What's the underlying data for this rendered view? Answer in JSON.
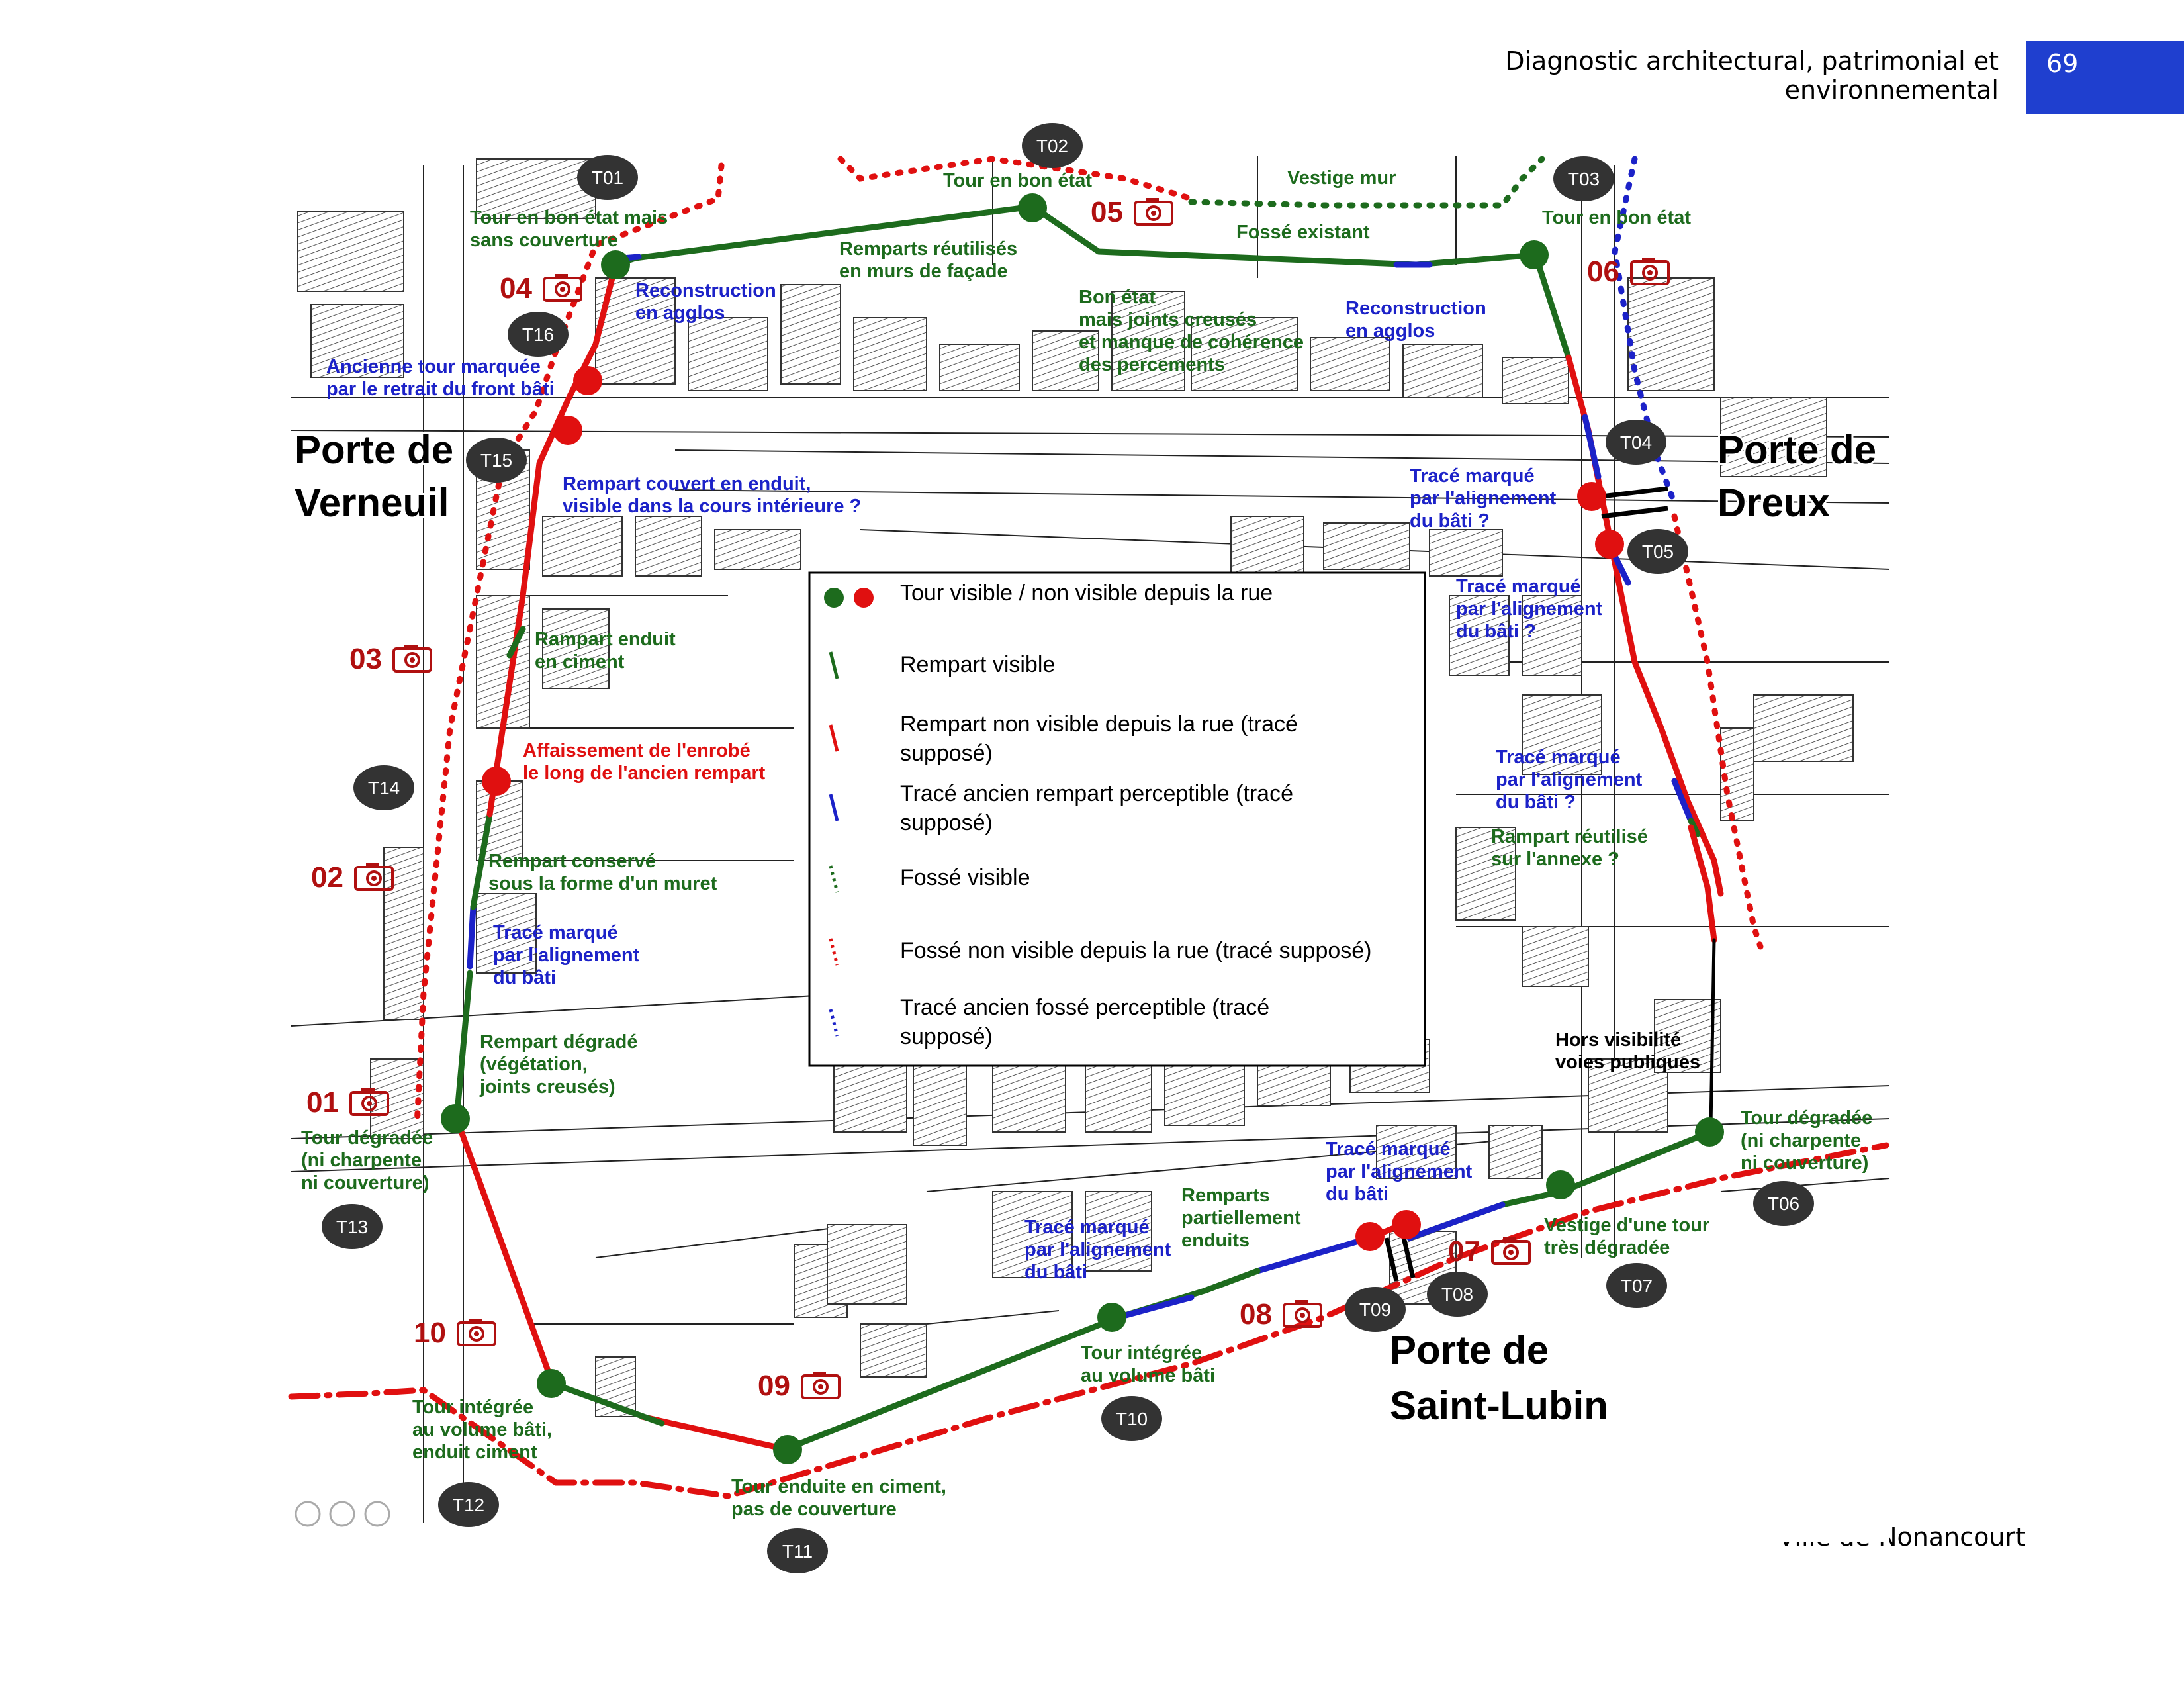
{
  "header": {
    "title": "Diagnostic architectural, patrimonial et environnemental",
    "page_number": "69"
  },
  "footer": {
    "text": "Ville de Nonancourt"
  },
  "colors": {
    "green": "#1d6b1d",
    "red": "#e01010",
    "blue": "#1c22c8",
    "badge": "#1f3fcf",
    "dark": "#000000"
  },
  "gates": {
    "verneuil": [
      "Porte de",
      "Verneuil"
    ],
    "dreux": [
      "Porte de",
      "Dreux"
    ],
    "saint_lubin": [
      "Porte de",
      "Saint-Lubin"
    ]
  },
  "towers": [
    "T01",
    "T02",
    "T03",
    "T04",
    "T05",
    "T06",
    "T07",
    "T08",
    "T09",
    "T10",
    "T11",
    "T12",
    "T13",
    "T14",
    "T15",
    "T16"
  ],
  "photos": [
    "01",
    "02",
    "03",
    "04",
    "05",
    "06",
    "07",
    "08",
    "09",
    "10"
  ],
  "annotations": {
    "a1": [
      "Tour en bon état mais",
      "sans couverture"
    ],
    "a2": [
      "Tour en bon état"
    ],
    "a3": [
      "Vestige mur"
    ],
    "a4": [
      "Tour en bon état"
    ],
    "a5": [
      "Remparts réutilisés",
      "en murs de façade"
    ],
    "a6": [
      "Fossé existant"
    ],
    "a7": [
      "Reconstruction",
      "en agglos"
    ],
    "a8": [
      "Bon état",
      "mais joints creusés",
      "et manque de cohérence",
      "des percements"
    ],
    "a9": [
      "Reconstruction",
      "en agglos"
    ],
    "a10": [
      "Ancienne tour marquée",
      "par le retrait du front bâti"
    ],
    "a11": [
      "Rempart couvert en enduit,",
      "visible dans la cours intérieure ?"
    ],
    "a12": [
      "Tracé marqué",
      "par l'alignement",
      "du bâti ?"
    ],
    "a13": [
      "Tracé marqué",
      "par l'alignement",
      "du bâti ?"
    ],
    "a14": [
      "Rampart enduit",
      "en ciment"
    ],
    "a15": [
      "Affaissement de l'enrobé",
      "le long de l'ancien rempart"
    ],
    "a16": [
      "Tracé marqué",
      "par l'alignement",
      "du bâti ?"
    ],
    "a17": [
      "Rampart réutilisé",
      "sur l'annexe ?"
    ],
    "a18": [
      "Rempart conservé",
      "sous la forme d'un muret"
    ],
    "a19": [
      "Tracé marqué",
      "par l'alignement",
      "du bâti"
    ],
    "a20": [
      "Rempart dégradé",
      "(végétation,",
      "joints creusés)"
    ],
    "a21": [
      "Hors visibilité",
      "voies publiques"
    ],
    "a22": [
      "Tour dégradée",
      "(ni charpente",
      "ni couverture)"
    ],
    "a23": [
      "Tour dégradée",
      "(ni charpente",
      "ni couverture)"
    ],
    "a24": [
      "Tracé marqué",
      "par l'alignement",
      "du bâti"
    ],
    "a25": [
      "Remparts",
      "partiellement",
      "enduits"
    ],
    "a26": [
      "Tracé marqué",
      "par l'alignement",
      "du bâti"
    ],
    "a27": [
      "Vestige d'une tour",
      "très dégradée"
    ],
    "a28": [
      "Tour intégrée",
      "au volume bâti"
    ],
    "a29": [
      "Tour intégrée",
      "au volume bâti,",
      "enduit ciment"
    ],
    "a30": [
      "Tour enduite en ciment,",
      "pas de couverture"
    ]
  },
  "legend": [
    {
      "symbol": "dots-green-red",
      "lines": [
        "Tour visible / non visible depuis la rue"
      ]
    },
    {
      "symbol": "line-green",
      "lines": [
        "Rempart visible"
      ]
    },
    {
      "symbol": "line-red",
      "lines": [
        "Rempart non visible depuis la rue (tracé",
        "supposé)"
      ]
    },
    {
      "symbol": "line-blue",
      "lines": [
        "Tracé ancien rempart perceptible (tracé",
        "supposé)"
      ]
    },
    {
      "symbol": "dotted-green",
      "lines": [
        "Fossé visible"
      ]
    },
    {
      "symbol": "dotted-red",
      "lines": [
        "Fossé non visible depuis la rue (tracé supposé)"
      ]
    },
    {
      "symbol": "dotted-blue",
      "lines": [
        "Tracé ancien fossé perceptible  (tracé",
        "supposé)"
      ]
    }
  ]
}
